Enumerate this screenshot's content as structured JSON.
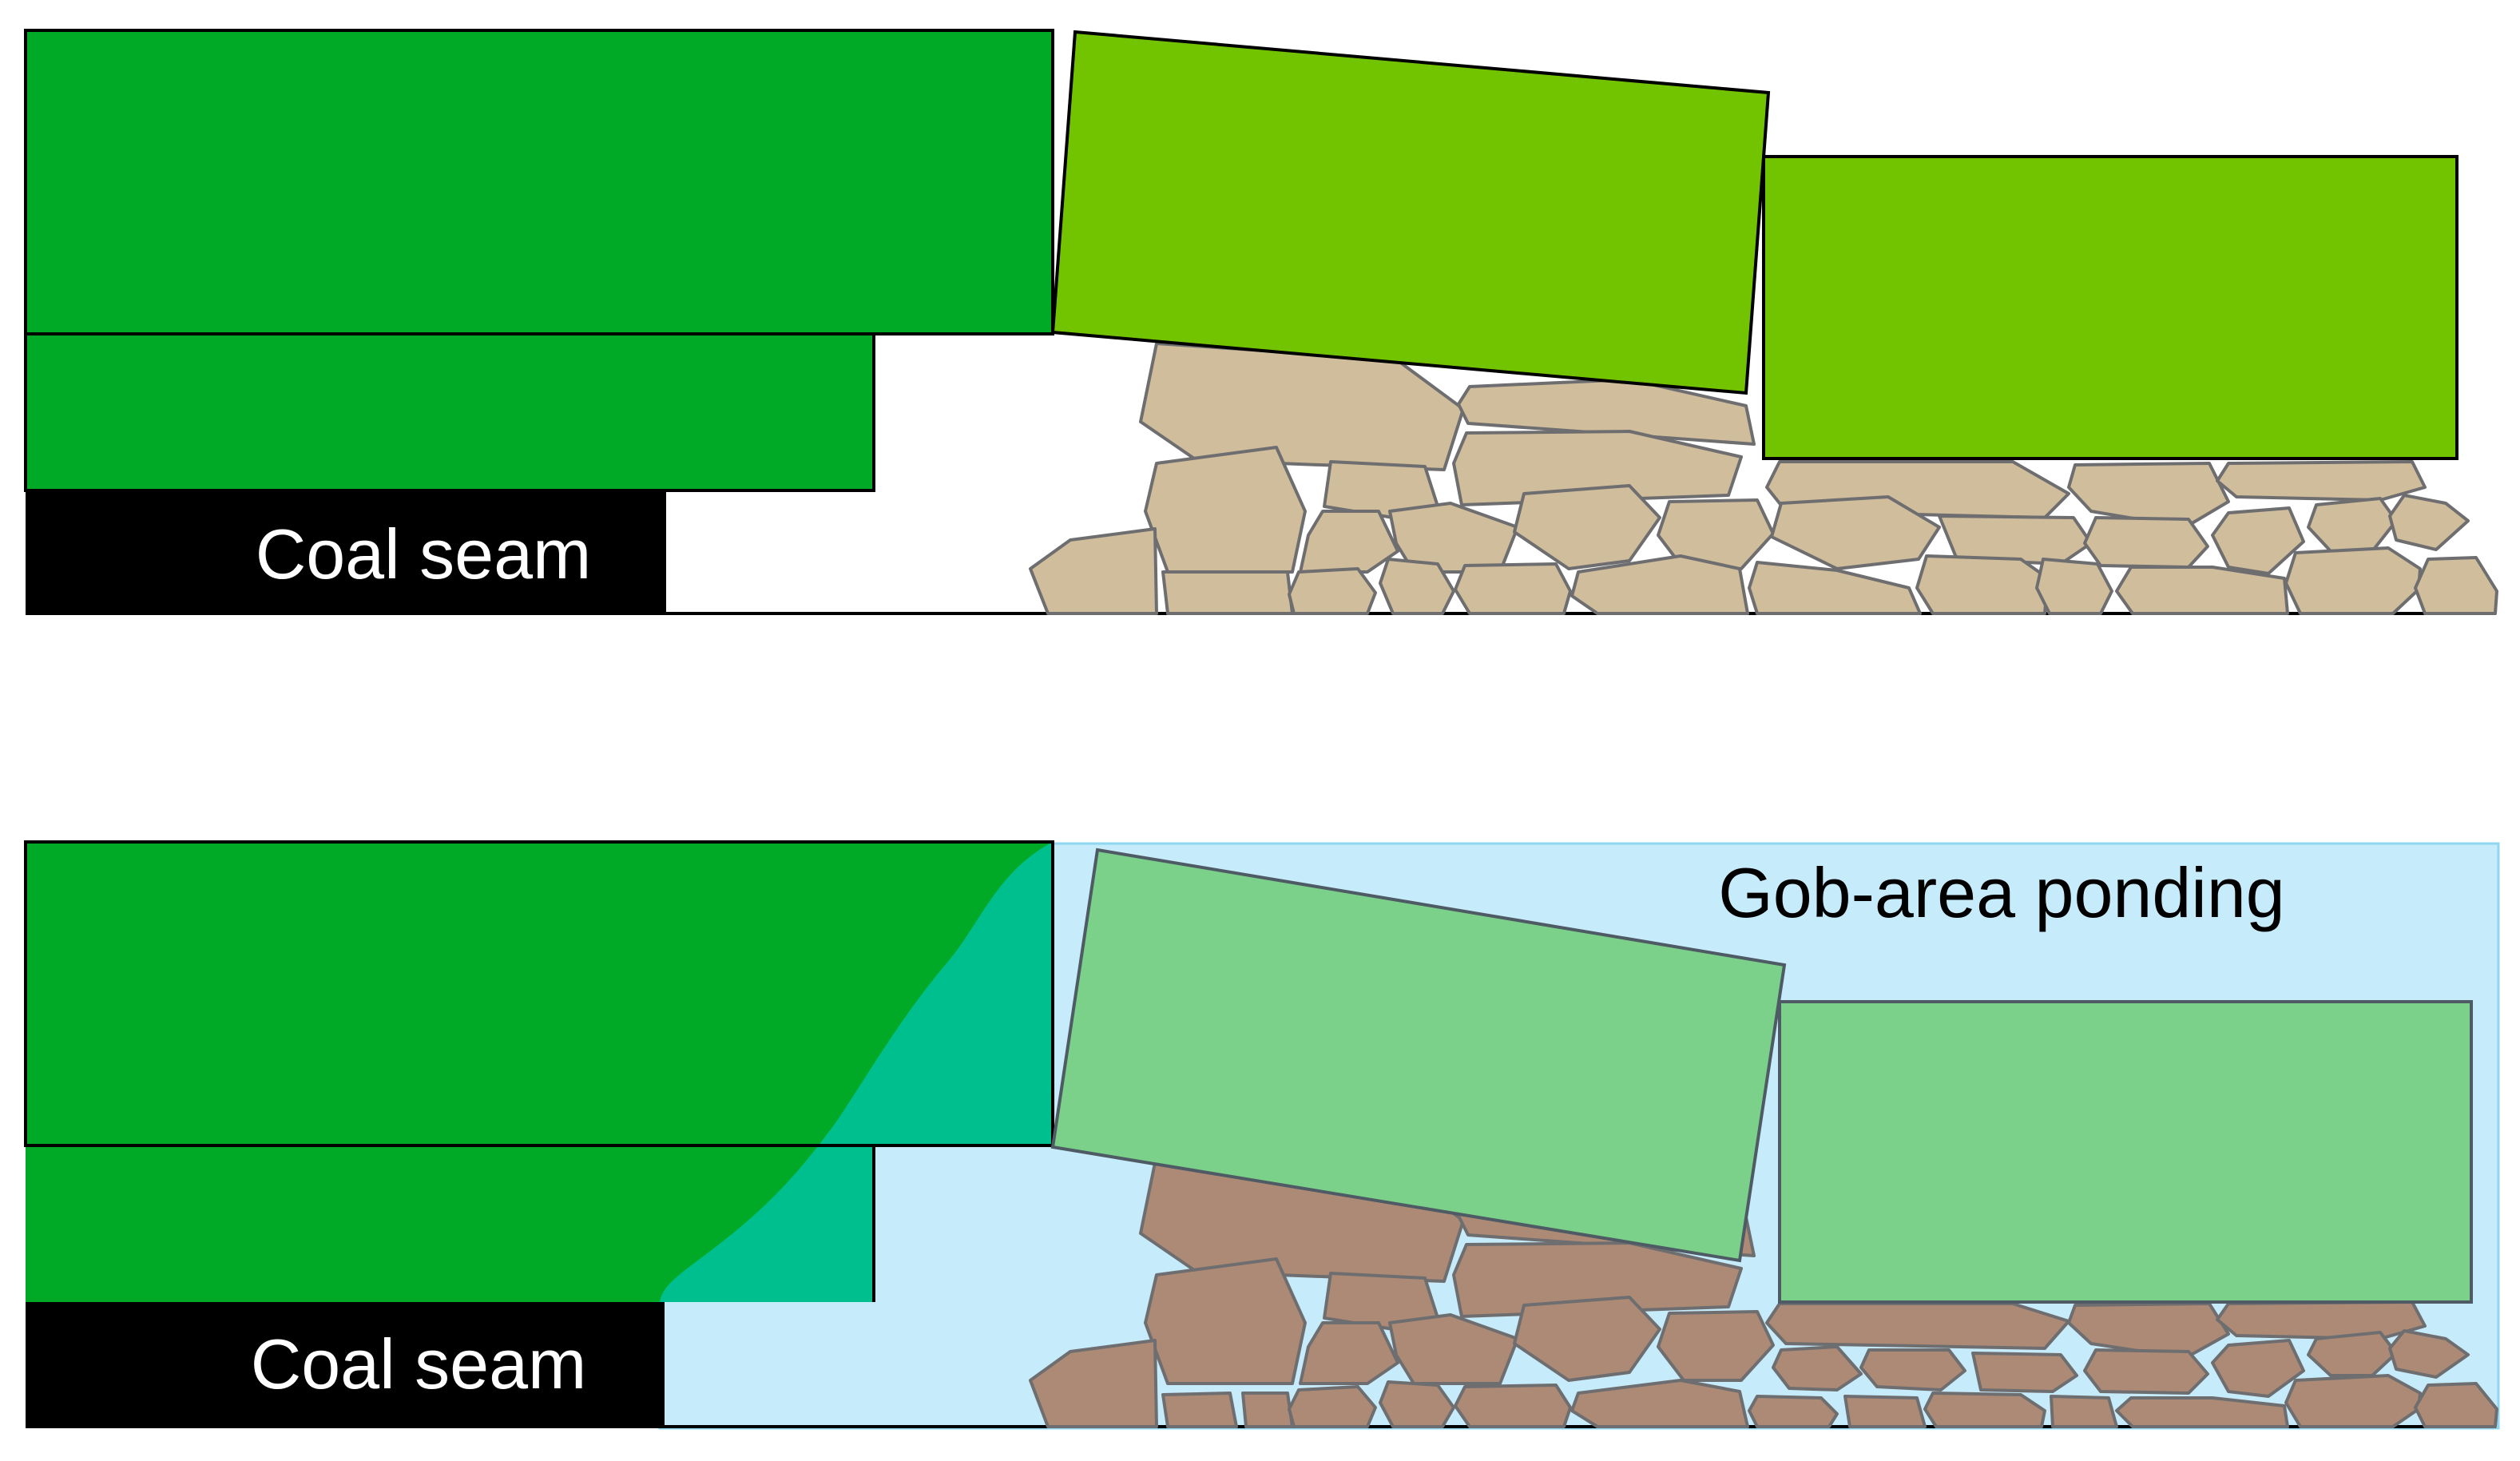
{
  "panels": {
    "top": {
      "coal_seam_label": "Coal seam"
    },
    "bottom": {
      "coal_seam_label": "Coal seam",
      "ponding_label": "Gob-area ponding"
    }
  },
  "colors": {
    "strata_dark_green": "#00AA27",
    "strata_light_green": "#72C400",
    "strata_faded_green": "#7BD08A",
    "rubble_tan": "#D0BD9B",
    "rubble_brown": "#AD8A75",
    "rubble_outline": "#6E6E70",
    "water": "#C6EBFA",
    "seepage": "#00BF8E",
    "coal": "#000000",
    "label_light": "#FFFFFF",
    "label_dark": "#000000"
  }
}
